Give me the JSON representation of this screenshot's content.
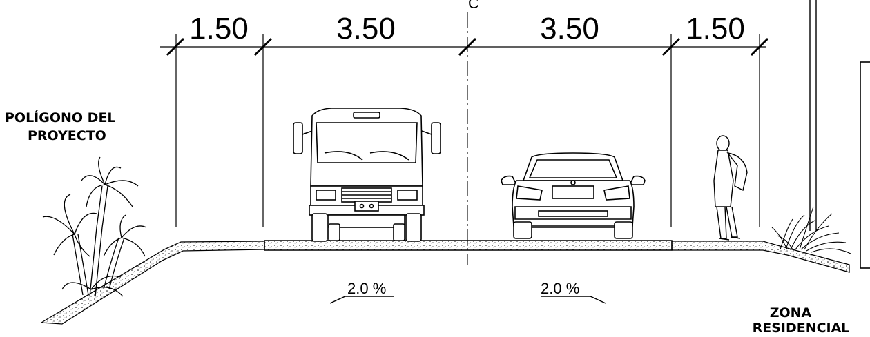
{
  "dimensions": [
    {
      "label": "1.50"
    },
    {
      "label": "3.50"
    },
    {
      "label": "3.50"
    },
    {
      "label": "1.50"
    }
  ],
  "slopes": [
    {
      "label": "2.0 %"
    },
    {
      "label": "2.0 %"
    }
  ],
  "centerline_label": "C",
  "zones": {
    "left_line1": "POLÍGONO DEL",
    "left_line2": "PROYECTO",
    "right_line1": "ZONA",
    "right_line2": "RESIDENCIAL"
  }
}
